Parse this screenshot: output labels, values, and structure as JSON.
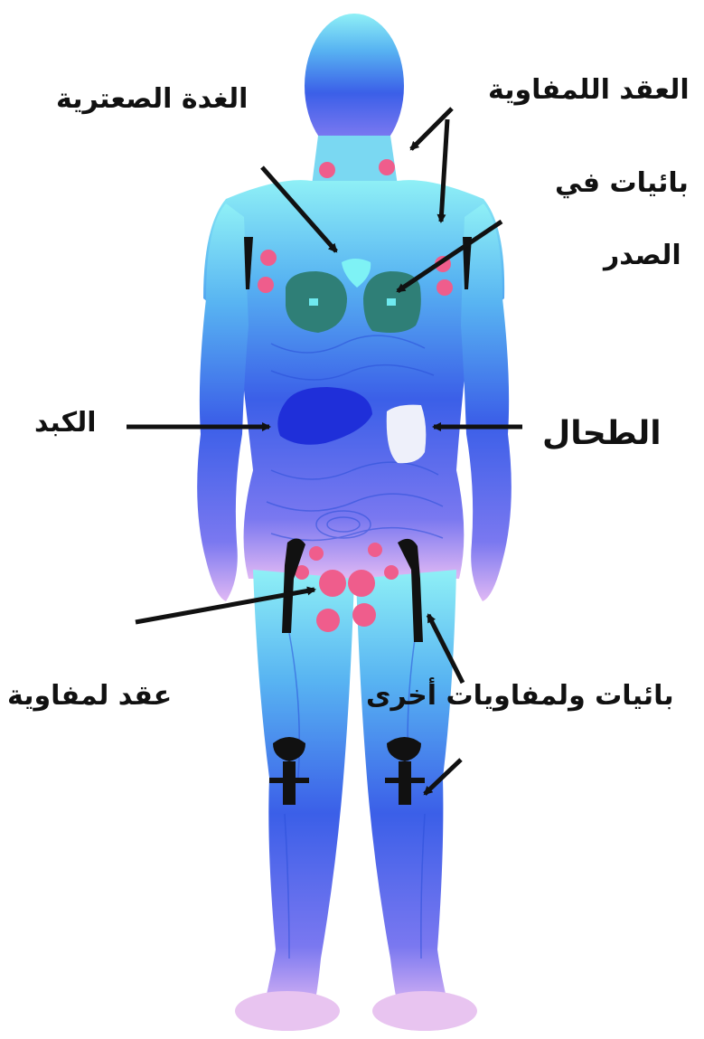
{
  "labels": {
    "lymph_nodes_top": "العقد اللمفاوية",
    "thymus": "الغدة الصعترية",
    "chest_lines_1": "بائيات في",
    "chest_lines_2": "الصدر",
    "liver": "الكبد",
    "spleen": "الطحال",
    "lymph_nodes_groin": "عقد لمفاوية",
    "other_b_t_cells": "بائيات ولمفاويات أخرى"
  },
  "colors": {
    "body_cyan": "#7fe6f0",
    "body_blue": "#3f63e8",
    "body_purple": "#b89af0",
    "lymph_node_pink": "#ef5d8c",
    "lung_teal": "#2f7f77",
    "liver_blue": "#1f2fd9",
    "spleen_white": "#eef0fa",
    "thymus_cyan": "#7ef2f5",
    "arrow": "#111111"
  }
}
